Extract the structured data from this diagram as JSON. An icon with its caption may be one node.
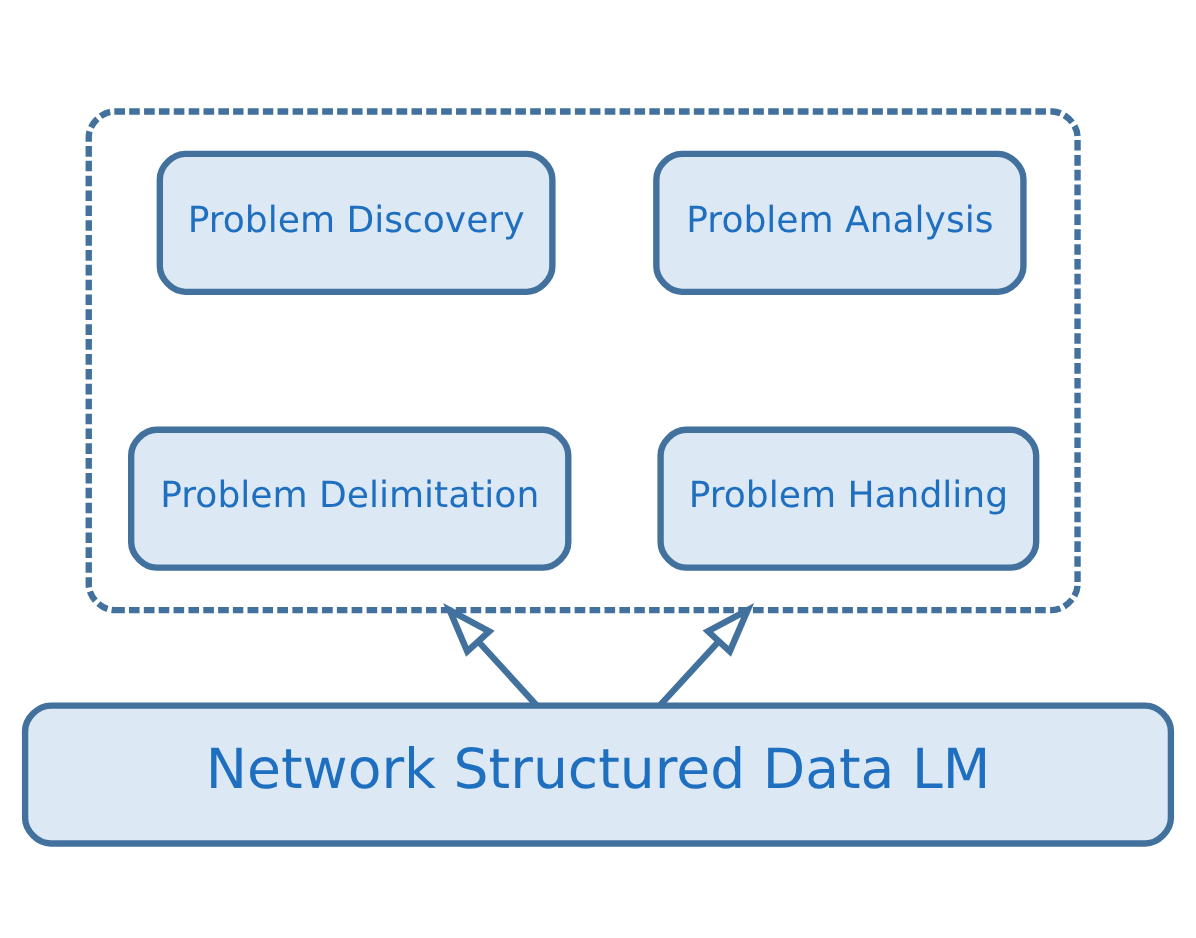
{
  "diagram": {
    "nodes": [
      {
        "text": [],
        "shape": "box"
      },
      {
        "text": [
          "Problem Discovery"
        ],
        "in": 0
      },
      {
        "text": [
          "Problem Analysis"
        ],
        "in": 0
      },
      {
        "text": [
          "Problem Delimitation"
        ],
        "in": 0
      },
      {
        "text": [
          "Problem Handling"
        ],
        "in": 0
      },
      {
        "text": [
          "Network Structured Data LM"
        ]
      }
    ],
    "edges": [
      {
        "from": 5,
        "to": 0,
        "arrow": "to"
      },
      {
        "from": 5,
        "to": 0,
        "arrow": "to"
      }
    ]
  }
}
